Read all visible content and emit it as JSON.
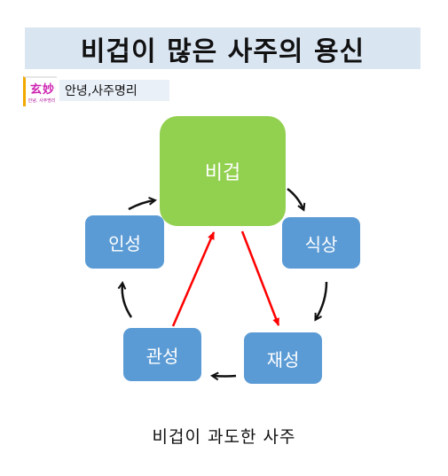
{
  "title": "비겁이 많은 사주의 용신",
  "logo": {
    "main_text": "玄妙",
    "sub_text": "안녕, 사주명리"
  },
  "channel_name": "안녕,사주명리",
  "nodes": {
    "bigeop": "비겁",
    "siksang": "식상",
    "jaeseong": "재성",
    "gwanseong": "관성",
    "inseong": "인성"
  },
  "caption": "비겁이 과도한 사주",
  "colors": {
    "title_bg": "#dae5f2",
    "main_node": "#92d050",
    "node": "#5b9bd5",
    "cycle_arrow": "#111111",
    "control_arrow": "#ff0000"
  }
}
